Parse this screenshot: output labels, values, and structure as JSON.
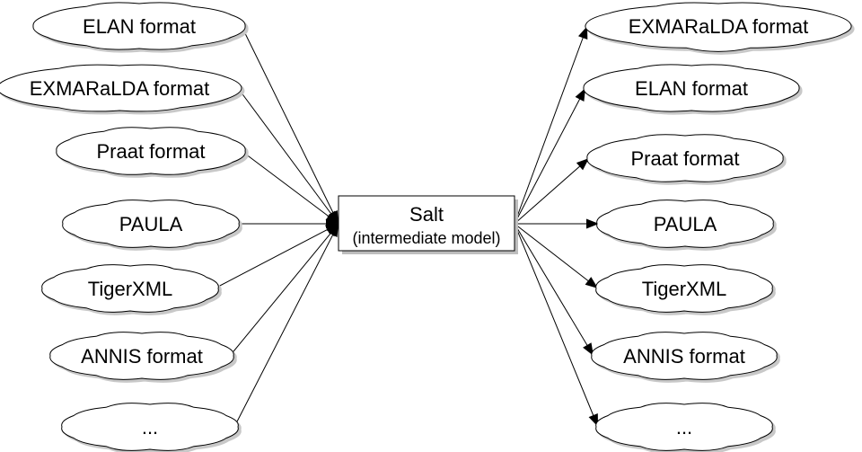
{
  "center": {
    "title": "Salt",
    "subtitle": "(intermediate model)"
  },
  "inputs": [
    {
      "label": "ELAN format"
    },
    {
      "label": "EXMARaLDA format"
    },
    {
      "label": "Praat format"
    },
    {
      "label": "PAULA"
    },
    {
      "label": "TigerXML"
    },
    {
      "label": "ANNIS format"
    },
    {
      "label": "..."
    }
  ],
  "outputs": [
    {
      "label": "EXMARaLDA format"
    },
    {
      "label": "ELAN format"
    },
    {
      "label": "Praat format"
    },
    {
      "label": "PAULA"
    },
    {
      "label": "TigerXML"
    },
    {
      "label": "ANNIS format"
    },
    {
      "label": "..."
    }
  ],
  "colors": {
    "line": "#000000",
    "background": "#ffffff",
    "shadow": "#c8c8c8"
  }
}
